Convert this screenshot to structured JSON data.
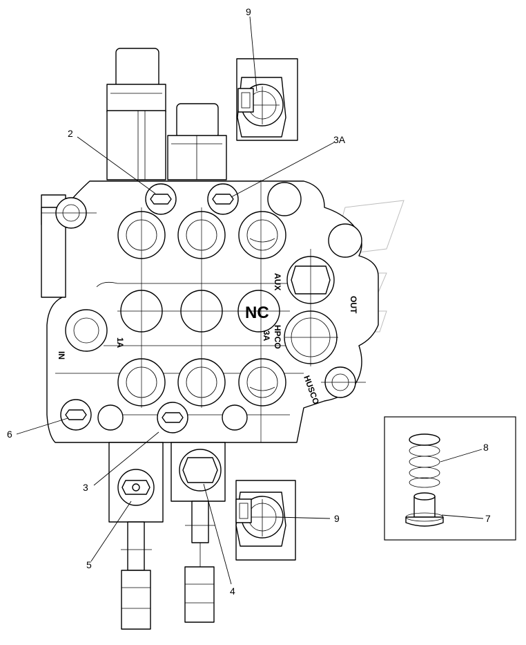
{
  "callouts": {
    "c2": "2",
    "c3a": "3A",
    "c9_top": "9",
    "c6": "6",
    "c3": "3",
    "c5": "5",
    "c4": "4",
    "c9_bottom": "9",
    "c8": "8",
    "c7": "7"
  },
  "body_markings": {
    "aux": "AUX",
    "out": "OUT",
    "nc": "NC",
    "hpco": "HPCO",
    "three_a": "3A",
    "one_a": "1A",
    "in": "IN",
    "brand": "HUSCO"
  }
}
